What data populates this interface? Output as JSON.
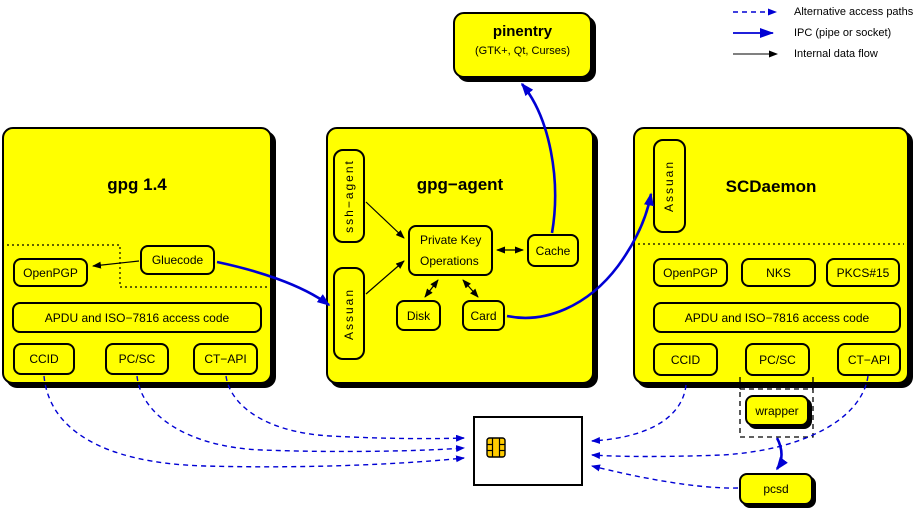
{
  "colors": {
    "box_fill": "#ffff00",
    "ipc_blue": "#0000d4",
    "line_black": "#000000",
    "chip_gold": "#ffcc00",
    "card_fill": "#ffffff"
  },
  "legend": {
    "items": [
      {
        "id": "alternative",
        "label": "Alternative access paths"
      },
      {
        "id": "ipc",
        "label": "IPC (pipe or socket)"
      },
      {
        "id": "internal",
        "label": "Internal data flow"
      }
    ]
  },
  "pinentry": {
    "title": "pinentry",
    "subtitle": "(GTK+, Qt, Curses)"
  },
  "gpg14": {
    "title": "gpg 1.4",
    "openpgp": "OpenPGP",
    "gluecode": "Gluecode",
    "apdu": "APDU and ISO−7816 access code",
    "ccid": "CCID",
    "pcsc": "PC/SC",
    "ctapi": "CT−API"
  },
  "gpg_agent": {
    "title": "gpg−agent",
    "ssh_agent": "ssh−agent",
    "assuan": "Assuan",
    "pko_line1": "Private Key",
    "pko_line2": "Operations",
    "cache": "Cache",
    "disk": "Disk",
    "card": "Card"
  },
  "scdaemon": {
    "title": "SCDaemon",
    "assuan": "Assuan",
    "openpgp": "OpenPGP",
    "nks": "NKS",
    "pkcs15": "PKCS#15",
    "apdu": "APDU and ISO−7816 access code",
    "ccid": "CCID",
    "pcsc": "PC/SC",
    "ctapi": "CT−API",
    "wrapper": "wrapper"
  },
  "pcsd": {
    "label": "pcsd"
  },
  "smartcard": {
    "icon": "smartcard-chip"
  }
}
